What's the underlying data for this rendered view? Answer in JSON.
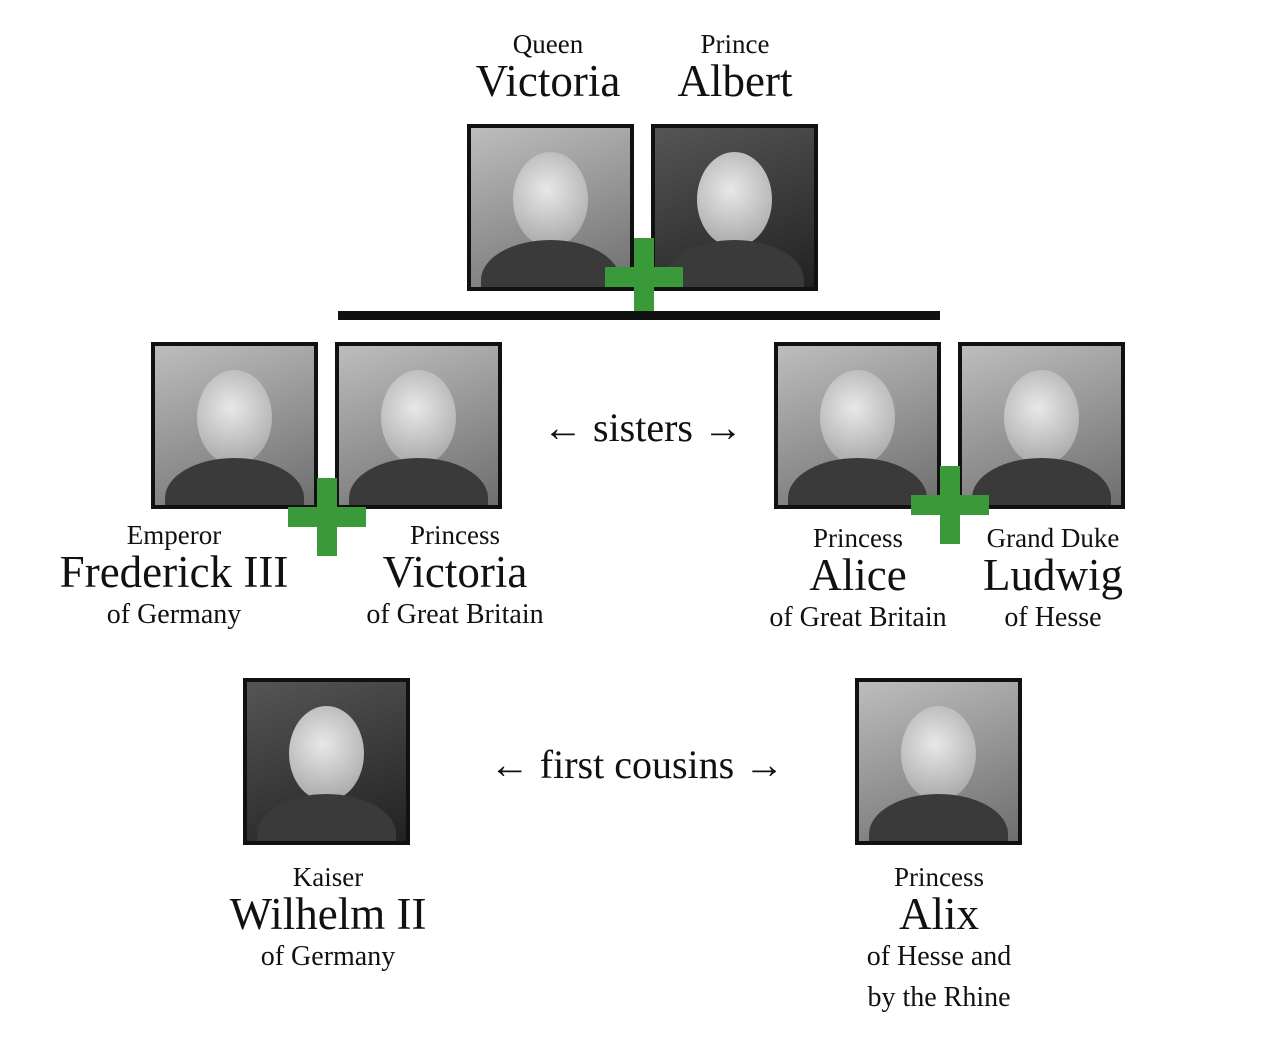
{
  "people": {
    "queen_victoria": {
      "title": "Queen",
      "name": "Victoria"
    },
    "prince_albert": {
      "title": "Prince",
      "name": "Albert"
    },
    "frederick": {
      "title": "Emperor",
      "name": "Frederick III",
      "of": "of Germany"
    },
    "princess_victoria": {
      "title": "Princess",
      "name": "Victoria",
      "of": "of Great Britain"
    },
    "alice": {
      "title": "Princess",
      "name": "Alice",
      "of": "of Great Britain"
    },
    "ludwig": {
      "title": "Grand Duke",
      "name": "Ludwig",
      "of": "of Hesse"
    },
    "wilhelm": {
      "title": "Kaiser",
      "name": "Wilhelm II",
      "of": "of Germany"
    },
    "alix": {
      "title": "Princess",
      "name": "Alix",
      "of": "of Hesse and",
      "of2": "by the Rhine"
    }
  },
  "relations": {
    "sisters": "← sisters →",
    "cousins": "← first cousins →"
  },
  "colors": {
    "plus": "#3a9a3a",
    "frame": "#111111"
  }
}
